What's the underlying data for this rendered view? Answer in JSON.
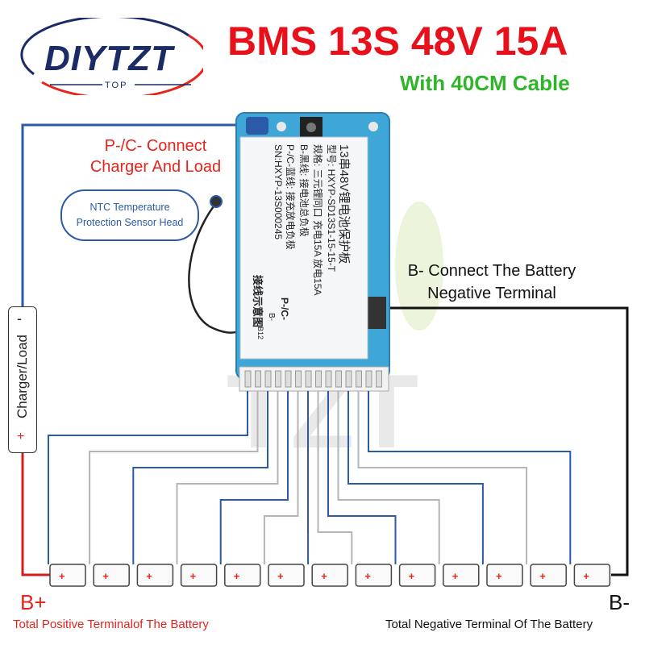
{
  "brand": {
    "name": "DIYTZT",
    "sub": "TOP"
  },
  "title": "BMS 13S 48V 15A",
  "subtitle": "With 40CM Cable",
  "notes": {
    "pc_line1": "P-/C- Connect",
    "pc_line2": "Charger And Load",
    "ntc_line1": "NTC Temperature",
    "ntc_line2": "Protection Sensor Head",
    "b_line1": "B- Connect The Battery",
    "b_line2": "Negative Terminal",
    "charger_load": "Charger/Load",
    "charger_minus": "-",
    "charger_plus": "+",
    "b_plus": "B+",
    "b_minus": "B-",
    "pos_terminal": "Total Positive Terminalof The Battery",
    "neg_terminal": "Total Negative Terminal Of The Battery"
  },
  "board_label": {
    "line1": "13串48V锂电池保护板",
    "line2": "型号: HXYP-SD13S1-15-15-T",
    "line3": "规格: 三元锂同口  充电15A  放电15A",
    "line4": "B-黑线: 接电池总负极",
    "line5": "P-/C-蓝线: 接充放电负极",
    "line6": "SN:HXYP-13S000245",
    "line7": "接线示意图",
    "pc_mark": "P-/C-",
    "b_mark": "B-",
    "b12_mark": "B12"
  },
  "cells": {
    "count": 13,
    "plus": "+"
  },
  "colors": {
    "title": "#e8101a",
    "subtitle": "#2fb52a",
    "positive_wire": "#d41c1c",
    "pc_wire": "#2b5aa8",
    "negative_wire": "#111111",
    "board": "#3fa7d8"
  }
}
